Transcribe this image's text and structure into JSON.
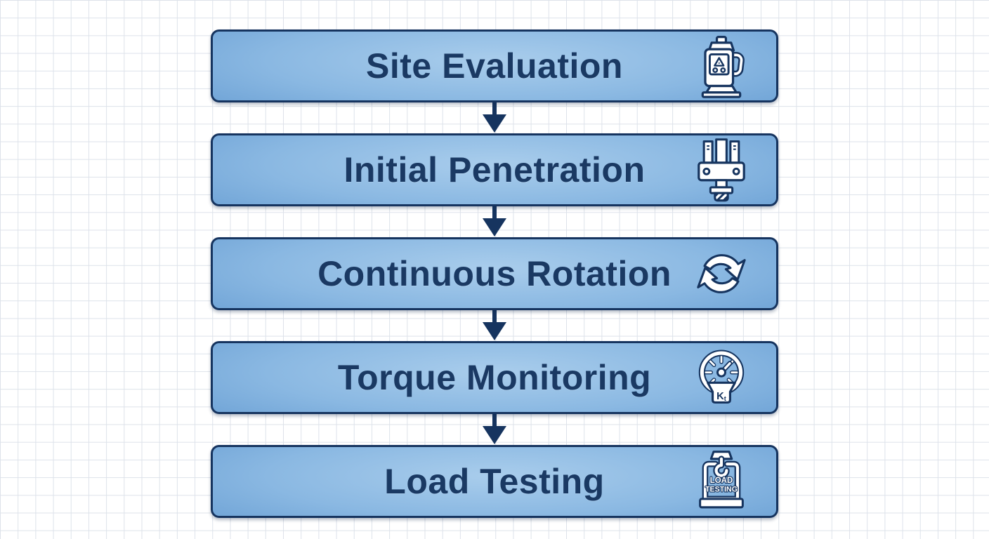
{
  "flowchart": {
    "steps": [
      {
        "label": "Site Evaluation",
        "icon": "total-station-icon"
      },
      {
        "label": "Initial Penetration",
        "icon": "drill-head-icon"
      },
      {
        "label": "Continuous Rotation",
        "icon": "rotation-arrows-icon"
      },
      {
        "label": "Torque Monitoring",
        "icon": "torque-gauge-icon",
        "gauge_label": {
          "main": "K",
          "sub": "t"
        }
      },
      {
        "label": "Load Testing",
        "icon": "load-crane-icon",
        "icon_text": {
          "line1": "LOAD",
          "line2": "TESTING"
        }
      }
    ],
    "connector": "down-arrow",
    "colors": {
      "box_border": "#16345f",
      "box_gradient_center": "#a9cdec",
      "box_gradient_edge": "#3a79ba",
      "label_text": "#1a3963",
      "arrow": "#16345f",
      "icon_fill": "#ffffff",
      "grid_line": "#dde2ea",
      "background": "#ffffff"
    }
  }
}
